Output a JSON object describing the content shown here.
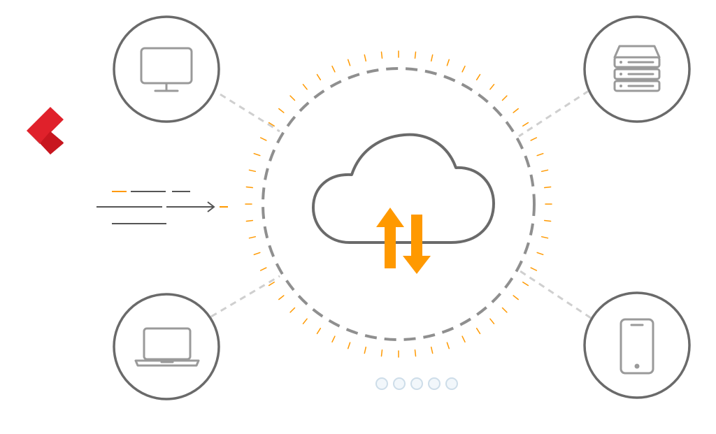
{
  "colors": {
    "accent": "#ff9900",
    "outline": "#6a6a6a",
    "icon": "#9a9a9a",
    "dashed_ring": "#8f8f8f",
    "connector": "#cfcfcf",
    "logo_red": "#e0212b",
    "pager_fill": "#f2f7fb"
  },
  "center": {
    "icon": "cloud-icon",
    "arrows": "sync-arrows-icon"
  },
  "devices": [
    {
      "key": "desktop",
      "icon": "desktop-monitor-icon"
    },
    {
      "key": "server",
      "icon": "server-stack-icon"
    },
    {
      "key": "laptop",
      "icon": "laptop-icon"
    },
    {
      "key": "phone",
      "icon": "smartphone-icon"
    }
  ],
  "logo": {
    "icon": "red-chevron-logo-icon"
  },
  "motion": {
    "icon": "motion-lines-arrow-icon"
  },
  "pager": {
    "count": 5,
    "active_index": -1
  }
}
